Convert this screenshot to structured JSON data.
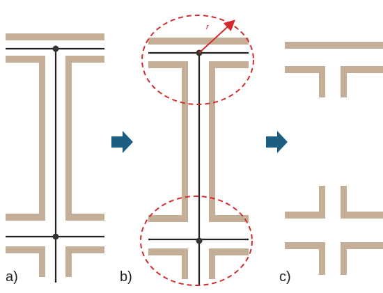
{
  "colors": {
    "wall": "#c5ae98",
    "line": "#222222",
    "node": "#333333",
    "arrow": "#1b5e82",
    "circle": "#d42a2a"
  },
  "panels": {
    "a": {
      "label": "a)"
    },
    "b": {
      "label": "b)",
      "radius_label": "r"
    },
    "c": {
      "label": "c)"
    }
  },
  "arrow_icon": "right-arrow-icon"
}
